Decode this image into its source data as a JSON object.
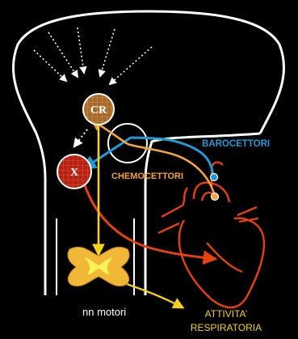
{
  "labels": {
    "cr": "CR",
    "x": "X",
    "barocettori": "BAROCETTORI",
    "chemocettori": "CHEMOCETTORI",
    "nn_motori": "nn motori",
    "attivita_line1": "ATTIVITA’",
    "attivita_line2": "RESPIRATORIA"
  },
  "colors": {
    "background": "#000000",
    "outline": "#ffffff",
    "baroreceptor": "#1e9bd7",
    "chemoreceptor": "#f5a33a",
    "motor_pathway": "#f3d21a",
    "cardiac": "#e8400f",
    "center_cr": "#a86a28",
    "center_x": "#b72212",
    "spinal_gray": "#f0b836",
    "spinal_core": "#fff25a"
  }
}
